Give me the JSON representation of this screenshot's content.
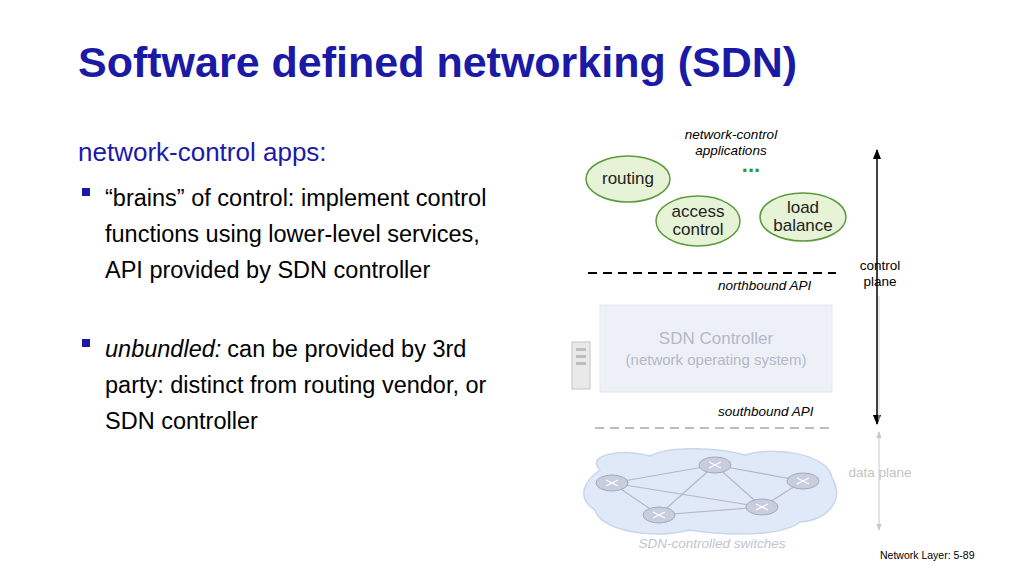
{
  "diagram": {
    "title": "Software defined networking (SDN)",
    "nodes": [
      {
        "text": [
          "routing"
        ]
      },
      {
        "text": [
          "access control"
        ]
      },
      {
        "text": [
          "load balance"
        ]
      },
      {
        "text": [
          "SDN Controller",
          "(network operating system)"
        ]
      }
    ],
    "labels": [
      "network-control apps:",
      "“brains” of control:  implement control functions using lower-level services, API provided by SDN controller",
      "unbundled:",
      "can be provided by 3rd party: distinct from routing vendor, or SDN controller",
      "network-control applications",
      "...",
      "northbound API",
      "southbound API",
      "control plane",
      "data plane",
      "SDN-controlled switches",
      "Network Layer: 5-89"
    ]
  }
}
